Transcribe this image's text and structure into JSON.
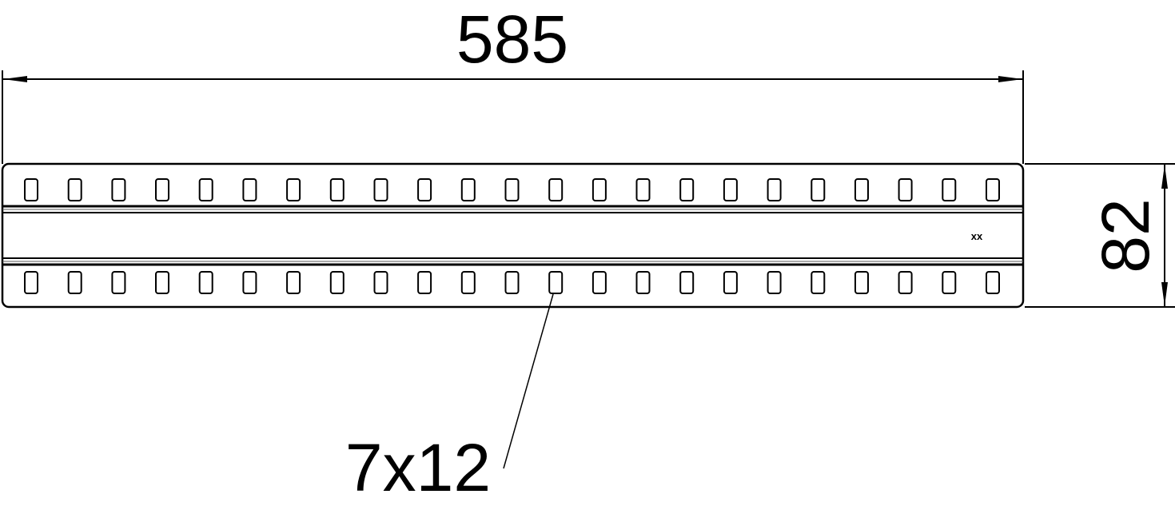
{
  "drawing": {
    "width_dimension": "585",
    "height_dimension": "82",
    "slot_callout": "7x12",
    "marking": "xx",
    "slots_per_row": 23,
    "rows": 2,
    "line_color": "#000000",
    "background": "#ffffff"
  }
}
